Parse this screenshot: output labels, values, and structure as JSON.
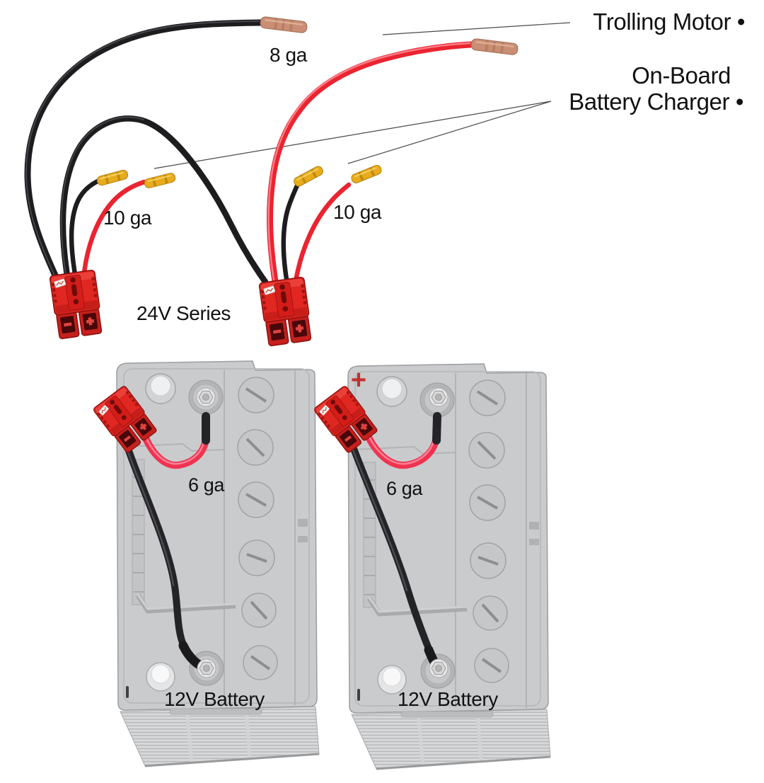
{
  "figure": {
    "description": "24V series trolling motor battery wiring diagram with two 12V batteries, quick-connect plugs and gauge labels",
    "callout_labels": {
      "trolling_motor": "Trolling Motor •",
      "charger_line_1": "On-Board",
      "charger_line_2": "Battery Charger •"
    },
    "gauge_labels": {
      "motor_wire": "8 ga",
      "charger_left": "10 ga",
      "charger_right": "10 ga",
      "jumper_left": "6 ga",
      "jumper_right": "6 ga"
    },
    "system_label": "24V Series",
    "batteries": [
      {
        "label": "12V Battery"
      },
      {
        "label": "12V Battery",
        "positive_mark": "+"
      }
    ],
    "colors": {
      "wire_black": "#1d1d20",
      "wire_red": "#ea2430",
      "jumper_red": "#ef3350",
      "connector_red": "#e02722",
      "butt_connector_yellow": "#e7ac1c",
      "butt_connector_copper": "#c98e75",
      "battery_gray": "#cacbcd",
      "positive_mark_red": "#c4302e",
      "label_text": "#111111"
    }
  }
}
